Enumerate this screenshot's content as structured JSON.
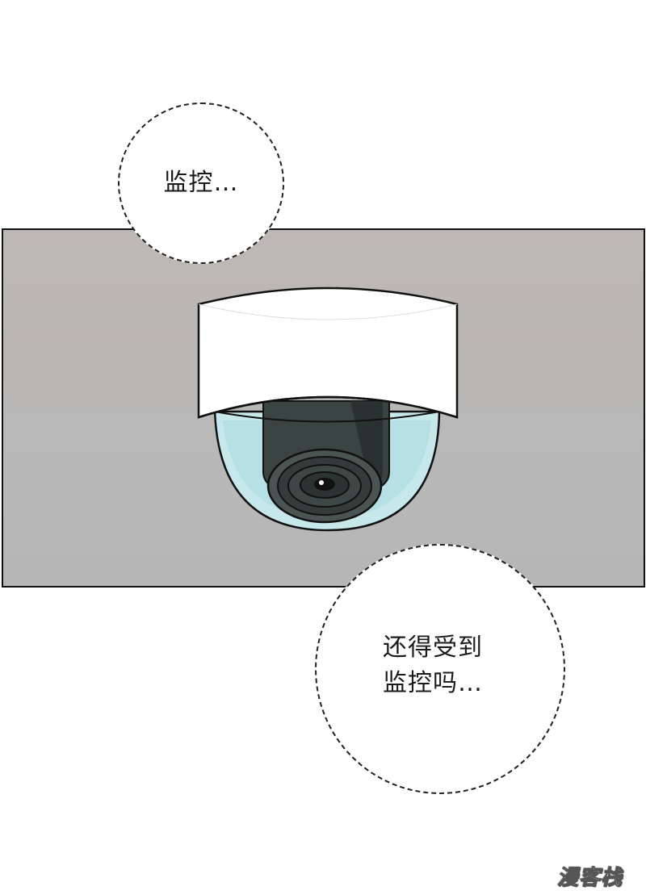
{
  "bubbles": {
    "first": {
      "text": "监控…"
    },
    "second": {
      "text": "还得受到\n监控吗…"
    }
  },
  "watermark": {
    "text": "漫客栈"
  },
  "illustration": {
    "subject_icon": "dome-security-camera-icon",
    "colors": {
      "background_wall": "#bab6b3",
      "camera_housing": "#ffffff",
      "dome_glass": "#bfe3e6",
      "lens_body": "#3a4443",
      "outline": "#111111"
    }
  }
}
